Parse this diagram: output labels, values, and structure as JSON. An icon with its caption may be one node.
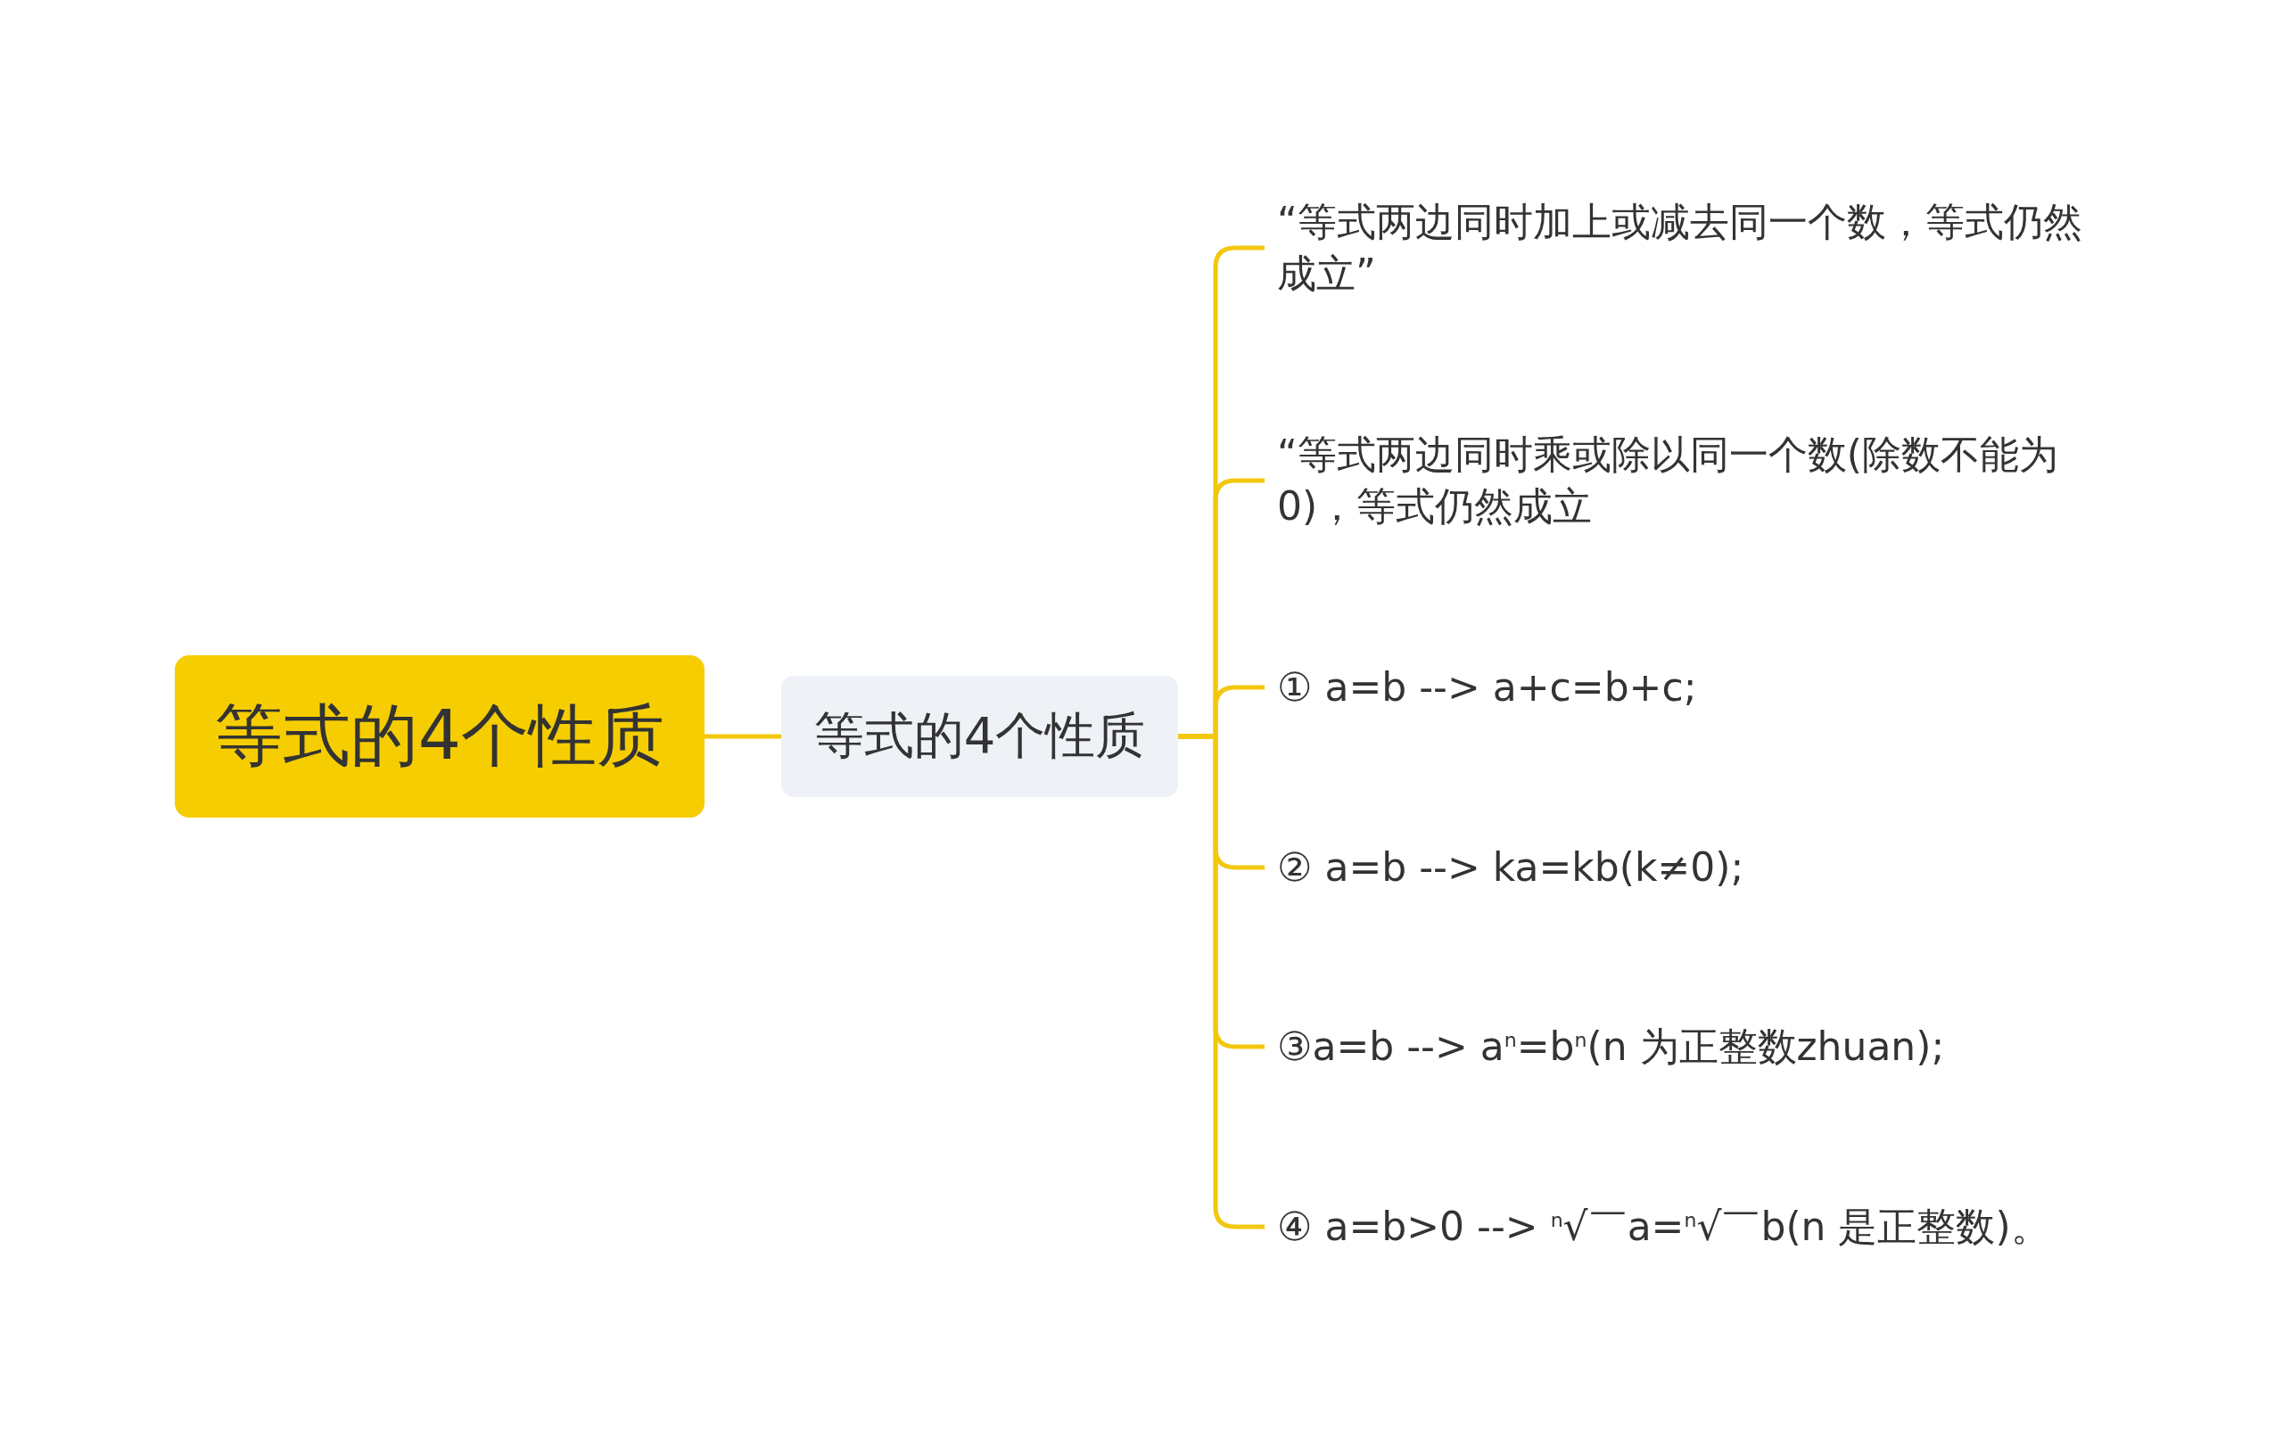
{
  "diagram": {
    "nodes": [
      {
        "text": [
          "等式的4个性质"
        ]
      },
      {
        "text": [
          "等式的4个性质"
        ]
      },
      {
        "text": [
          "“等式两边同时加上或减去同一个数，等式仍然成立”"
        ]
      },
      {
        "text": [
          "“等式两边同时乘或除以同一个数(除数不能为0)，等式仍然成立"
        ]
      },
      {
        "text": [
          "① a=b --> a+c=b+c;"
        ]
      },
      {
        "text": [
          "② a=b --> ka=kb(k≠0);"
        ]
      },
      {
        "text": [
          "③a=b --> a$^{n}$=b$^{n}$(n 为正整数zhuan);"
        ]
      },
      {
        "text": [
          "④ a=b>0 --> $^{n}$√￣a=$^{n}$√￣b(n 是正整数)。"
        ]
      }
    ],
    "edges": [
      {
        "from": 0,
        "to": 1,
        "arrow": "none"
      },
      {
        "from": 1,
        "to": 2,
        "arrow": "none"
      },
      {
        "from": 1,
        "to": 3,
        "arrow": "none"
      },
      {
        "from": 1,
        "to": 4,
        "arrow": "none"
      },
      {
        "from": 1,
        "to": 5,
        "arrow": "none"
      },
      {
        "from": 1,
        "to": 6,
        "arrow": "none"
      },
      {
        "from": 1,
        "to": 7,
        "arrow": "none"
      }
    ]
  }
}
